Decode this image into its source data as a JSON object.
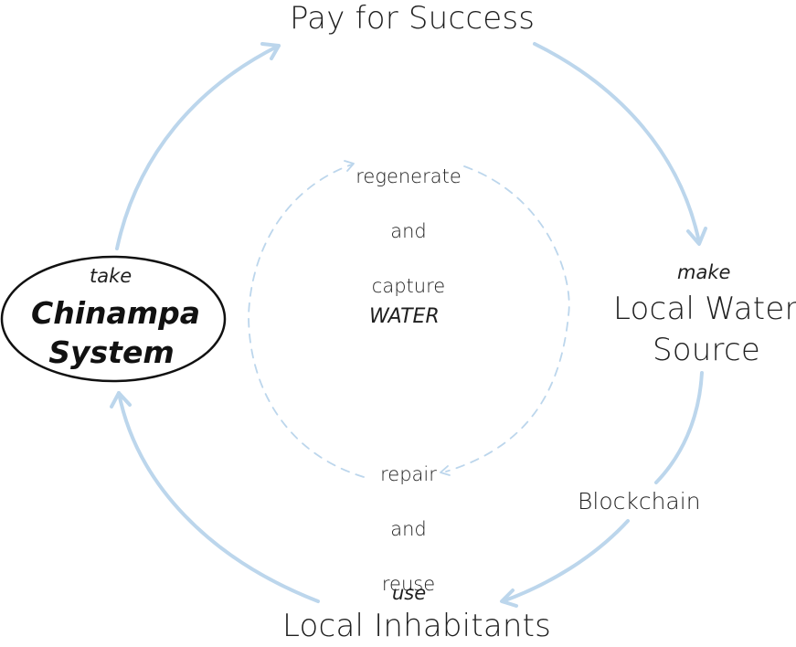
{
  "colors": {
    "arrow": "#bcd6ec",
    "text": "#1f1f1f",
    "ellipse_stroke": "#111111"
  },
  "nodes": {
    "top": {
      "title": "Pay for Success"
    },
    "right": {
      "verb": "make",
      "title_line1": "Local Water",
      "title_line2": "Source"
    },
    "bottom": {
      "verb": "use",
      "title": "Local Inhabitants"
    },
    "left": {
      "verb": "take",
      "title_line1": "Chinampa",
      "title_line2": "System"
    }
  },
  "edges": {
    "right_to_bottom": {
      "label": "Blockchain"
    }
  },
  "inner_cycle": {
    "center": "WATER",
    "top": {
      "line1": "regenerate",
      "line2": "and",
      "line3": "capture"
    },
    "bottom": {
      "line1": "repair",
      "line2": "and",
      "line3": "reuse"
    }
  }
}
